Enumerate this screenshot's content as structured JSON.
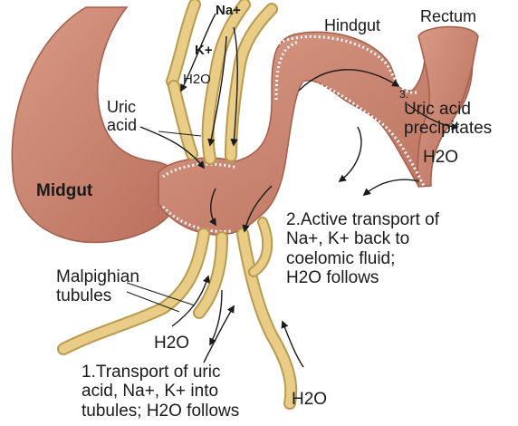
{
  "diagram": {
    "labels": {
      "na": "Na+",
      "k": "K+",
      "h2o_top": "H2O",
      "uric_acid": "Uric\nacid",
      "hindgut": "Hindgut",
      "rectum": "Rectum",
      "step3_number": "3.",
      "uric_precip": "Uric acid\nprecipitates",
      "h2o_rectum": "H2O",
      "midgut": "Midgut",
      "step2": "2.Active transport of\nNa+, K+ back to\ncoelomic fluid;\nH2O follows",
      "malpighian": "Malpighian\ntubules",
      "h2o_left": "H2O",
      "step1": "1.Transport of uric\nacid, Na+, K+ into\ntubules; H2O follows",
      "h2o_bottom": "H2O"
    },
    "colors": {
      "gut": "#c9826f",
      "gut_dark": "#a35e4c",
      "tubule": "#e9cc86",
      "tubule_dark": "#b89a50",
      "arrow": "#1a1a1a"
    }
  }
}
